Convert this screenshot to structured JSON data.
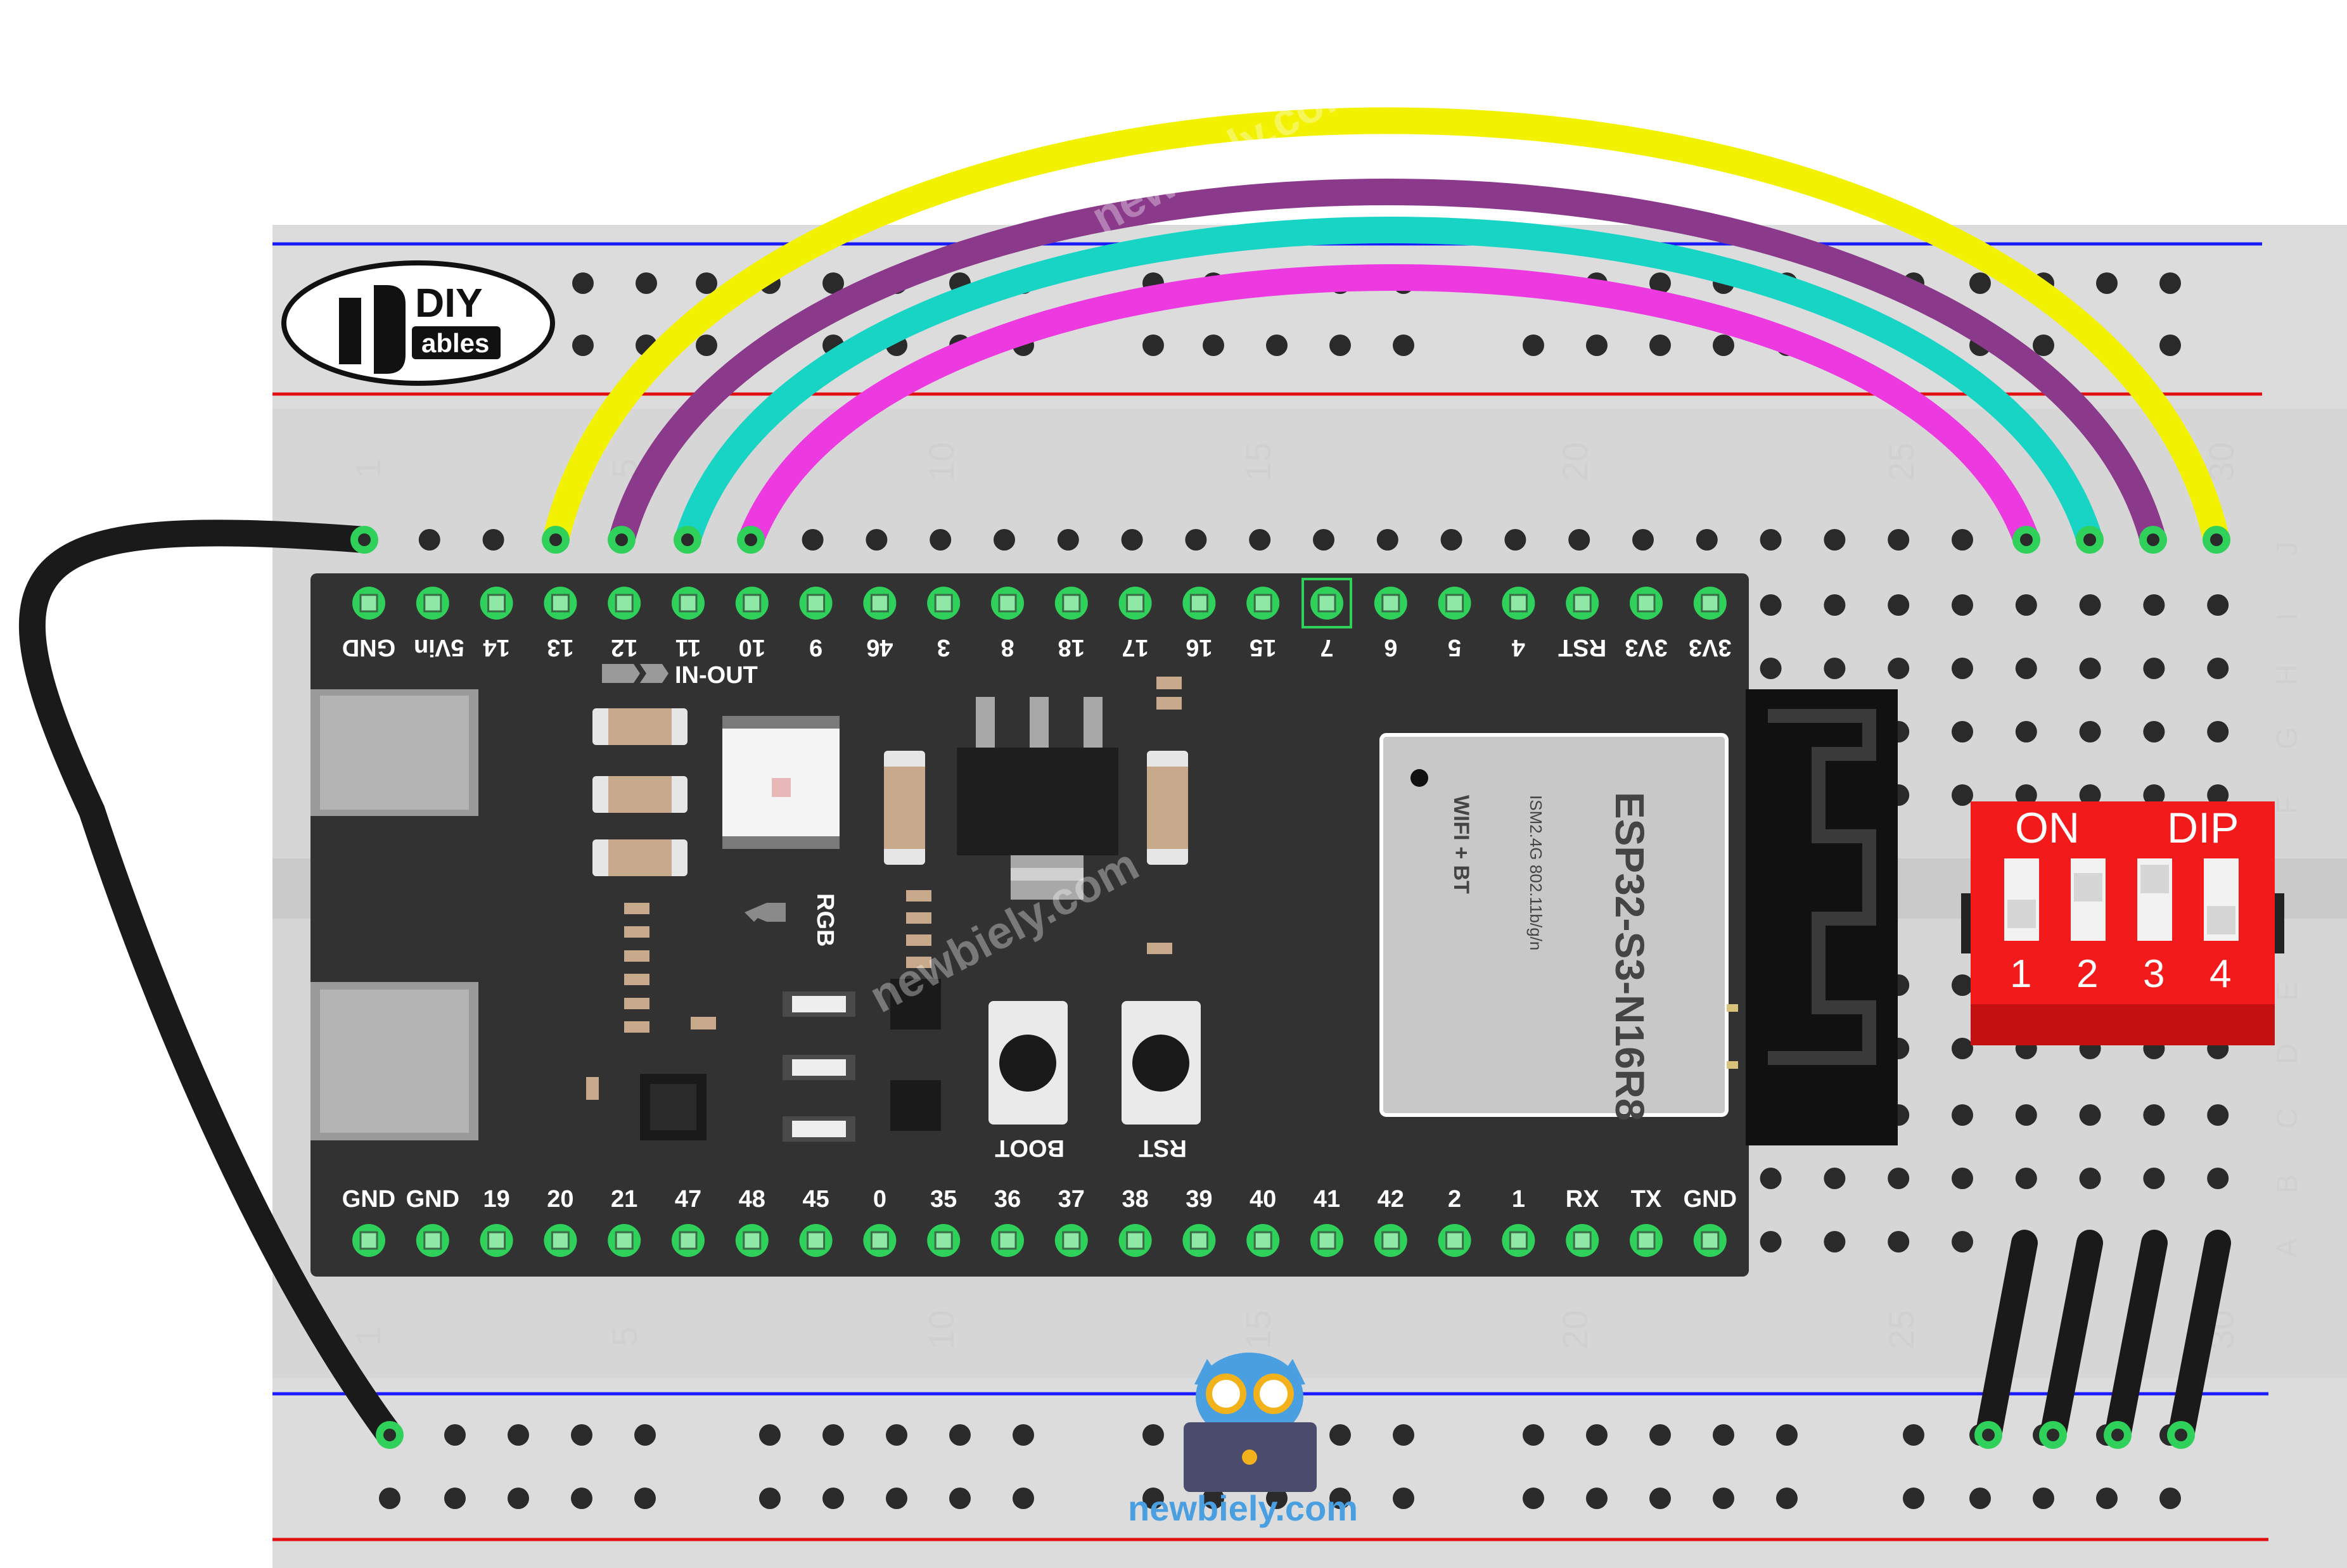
{
  "logo": {
    "line1": "DIY",
    "line2": "ables"
  },
  "watermark": {
    "text": "newbiely.com",
    "footer": "newbiely.com"
  },
  "breadboard": {
    "column_labels": [
      "1",
      "5",
      "10",
      "15",
      "20",
      "25",
      "30"
    ],
    "row_labels": [
      "J",
      "I",
      "H",
      "G",
      "F",
      "E",
      "D",
      "C",
      "B",
      "A"
    ]
  },
  "board": {
    "top_pins": [
      "GND",
      "5Vin",
      "GND",
      "14",
      "13",
      "12",
      "11",
      "10",
      "9",
      "46",
      "3",
      "8",
      "18",
      "17",
      "16",
      "15",
      "7",
      "6",
      "5",
      "4",
      "RST",
      "3V3",
      "3V3"
    ],
    "bottom_pins": [
      "GND",
      "GND",
      "19",
      "20",
      "21",
      "47",
      "48",
      "45",
      "0",
      "35",
      "36",
      "37",
      "38",
      "39",
      "40",
      "41",
      "42",
      "2",
      "1",
      "RX",
      "TX",
      "GND"
    ],
    "in_out": "IN-OUT",
    "rgb": "RGB",
    "boot": "BOOT",
    "rst": "RST",
    "module_name": "ESP32-S3-N16R8",
    "module_line1": "ISM2.4G 802.11b/g/n",
    "module_line2": "WIFI + BT"
  },
  "dip_switch": {
    "on_label": "ON",
    "dip_label": "DIP",
    "positions": [
      "1",
      "2",
      "3",
      "4"
    ]
  },
  "wires": [
    {
      "color": "#f2f200"
    },
    {
      "color": "#8b3a8b"
    },
    {
      "color": "#17d4c4"
    },
    {
      "color": "#ec3ae0"
    },
    {
      "color": "#1a1a1a"
    }
  ]
}
